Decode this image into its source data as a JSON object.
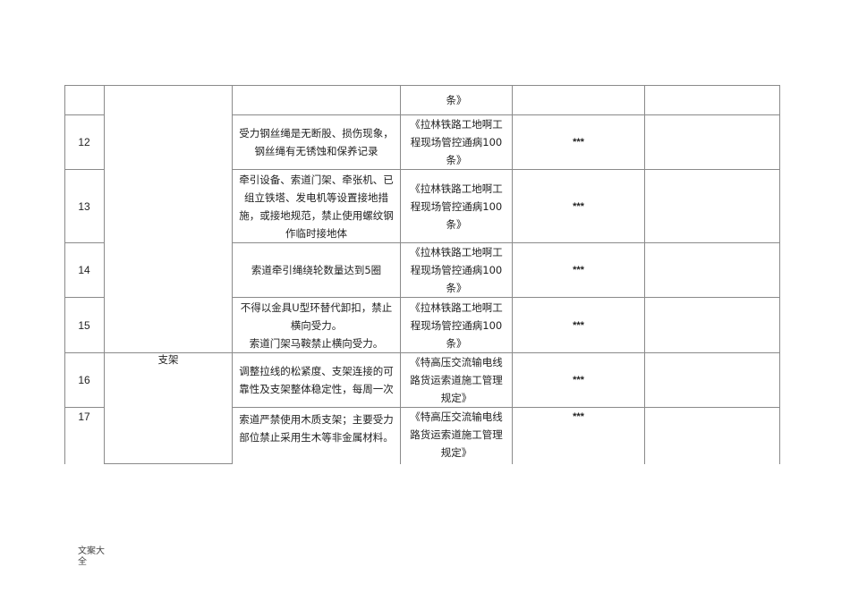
{
  "table": {
    "top_row": {
      "basis": "条》"
    },
    "group_label": "支架",
    "rows": [
      {
        "no": "12",
        "requirement": "受力钢丝绳是无断股、损伤现象，\n钢丝绳有无锈蚀和保养记录",
        "basis": "《拉林铁路工地啊工\n程现场管控通病100\n条》",
        "mark": "***"
      },
      {
        "no": "13",
        "requirement": "牵引设备、索道门架、牵张机、已\n组立铁塔、发电机等设置接地措\n施，或接地规范，禁止使用螺纹钢\n作临时接地体",
        "basis": "《拉林铁路工地啊工\n程现场管控通病100\n条》",
        "mark": "***"
      },
      {
        "no": "14",
        "requirement": "索道牵引绳绕轮数量达到5圈",
        "basis": "《拉林铁路工地啊工\n程现场管控通病100\n条》",
        "mark": "***"
      },
      {
        "no": "15",
        "requirement": "不得以金具U型环替代卸扣，禁止\n横向受力。\n索道门架马鞍禁止横向受力。",
        "basis": "《拉林铁路工地啊工\n程现场管控通病100\n条》",
        "mark": "***"
      },
      {
        "no": "16",
        "requirement": "调整拉线的松紧度、支架连接的可\n靠性及支架整体稳定性，每周一次",
        "basis": "《特高压交流输电线\n路货运索道施工管理\n规定》",
        "mark": "***"
      },
      {
        "no": "17",
        "requirement": "索道严禁使用木质支架；主要受力\n部位禁止采用生木等非金属材料。",
        "basis": "《特高压交流输电线\n路货运索道施工管理\n规定》",
        "mark": "***"
      }
    ]
  },
  "footer": {
    "text": "文案大全"
  }
}
